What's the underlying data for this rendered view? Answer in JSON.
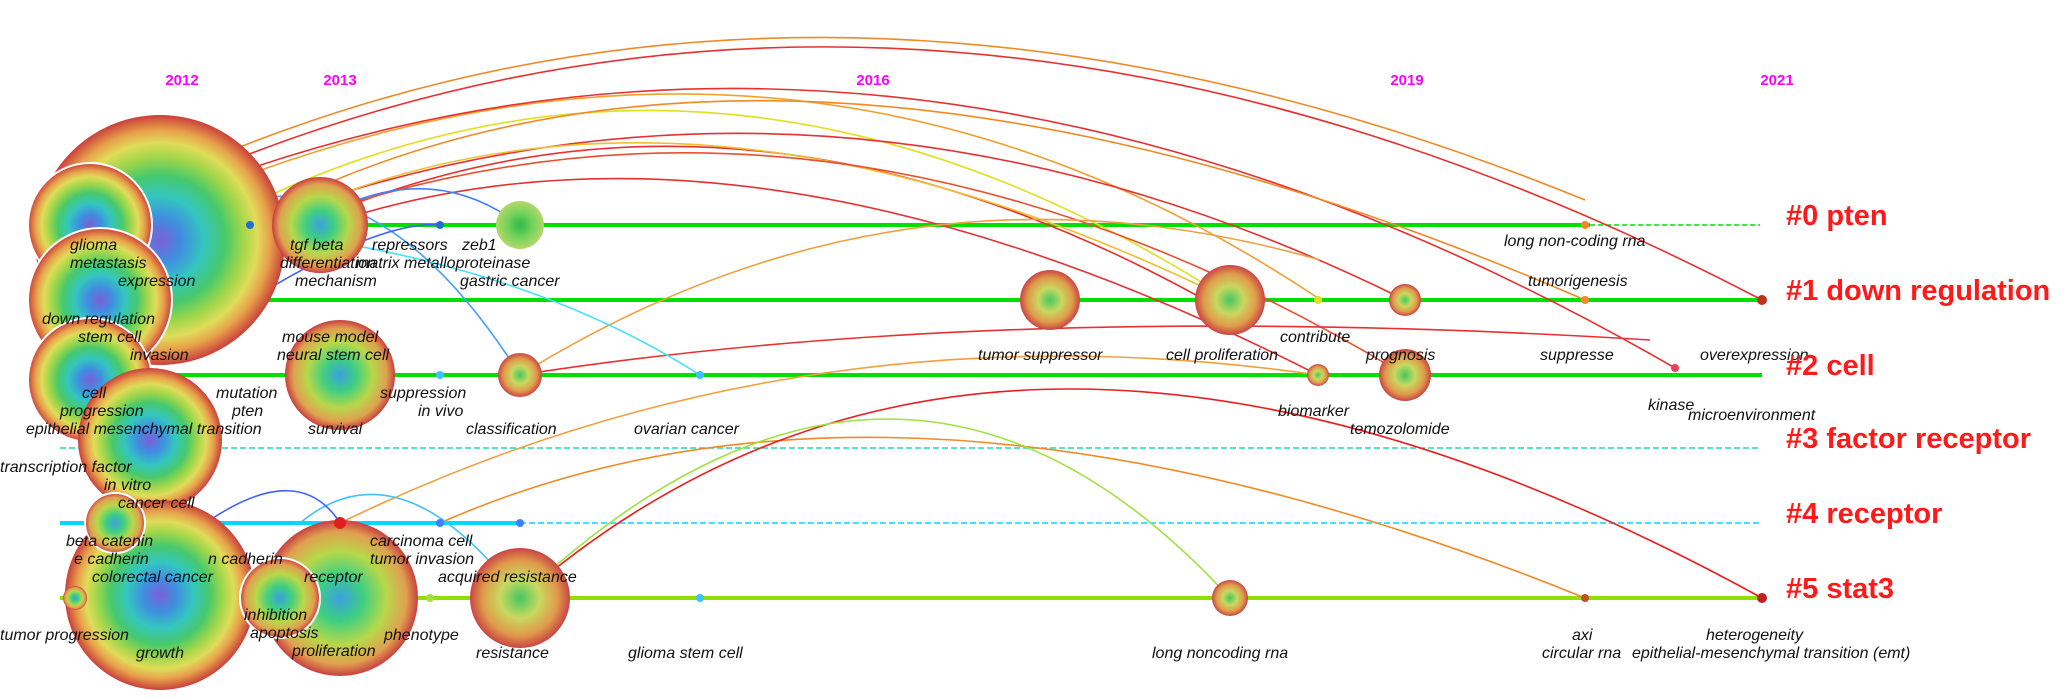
{
  "years": [
    "2012",
    "2013",
    "2016",
    "2019",
    "2021"
  ],
  "clusters": [
    {
      "label": "#0 pten",
      "color": "#00e000"
    },
    {
      "label": "#1 down regulation",
      "color": "#00e000"
    },
    {
      "label": "#2 cell",
      "color": "#00e000"
    },
    {
      "label": "#3 factor receptor",
      "color": "#00d8a0"
    },
    {
      "label": "#4 receptor",
      "color": "#00d8ff"
    },
    {
      "label": "#5 stat3",
      "color": "#8ee000"
    }
  ],
  "keywords": [
    "glioma",
    "metastasis",
    "expression",
    "down regulation",
    "stem cell",
    "invasion",
    "cell",
    "progression",
    "epithelial mesenchymal transition",
    "transcription factor",
    "in vitro",
    "cancer cell",
    "beta catenin",
    "e cadherin",
    "colorectal cancer",
    "tumor progression",
    "growth",
    "tgf beta",
    "repressors",
    "zeb1",
    "differentiation",
    "matrix metalloproteinase",
    "mechanism",
    "gastric cancer",
    "mouse model",
    "neural stem cell",
    "mutation",
    "pten",
    "suppression",
    "in vivo",
    "survival",
    "classification",
    "ovarian cancer",
    "n cadherin",
    "receptor",
    "inhibition",
    "apoptosis",
    "proliferation",
    "phenotype",
    "carcinoma cell",
    "tumor invasion",
    "acquired resistance",
    "resistance",
    "glioma stem cell",
    "tumor suppressor",
    "cell proliferation",
    "contribute",
    "prognosis",
    "biomarker",
    "temozolomide",
    "long non-coding rna",
    "tumorigenesis",
    "suppresse",
    "overexpression",
    "kinase",
    "microenvironment",
    "long noncoding rna",
    "axi",
    "circular rna",
    "heterogeneity",
    "epithelial-mesenchymal transition (emt)"
  ],
  "colors": {
    "year": "#ff00ff",
    "cluster_label": "#ff1a1a",
    "link_red": "#e83030",
    "link_orange": "#f08a28"
  }
}
